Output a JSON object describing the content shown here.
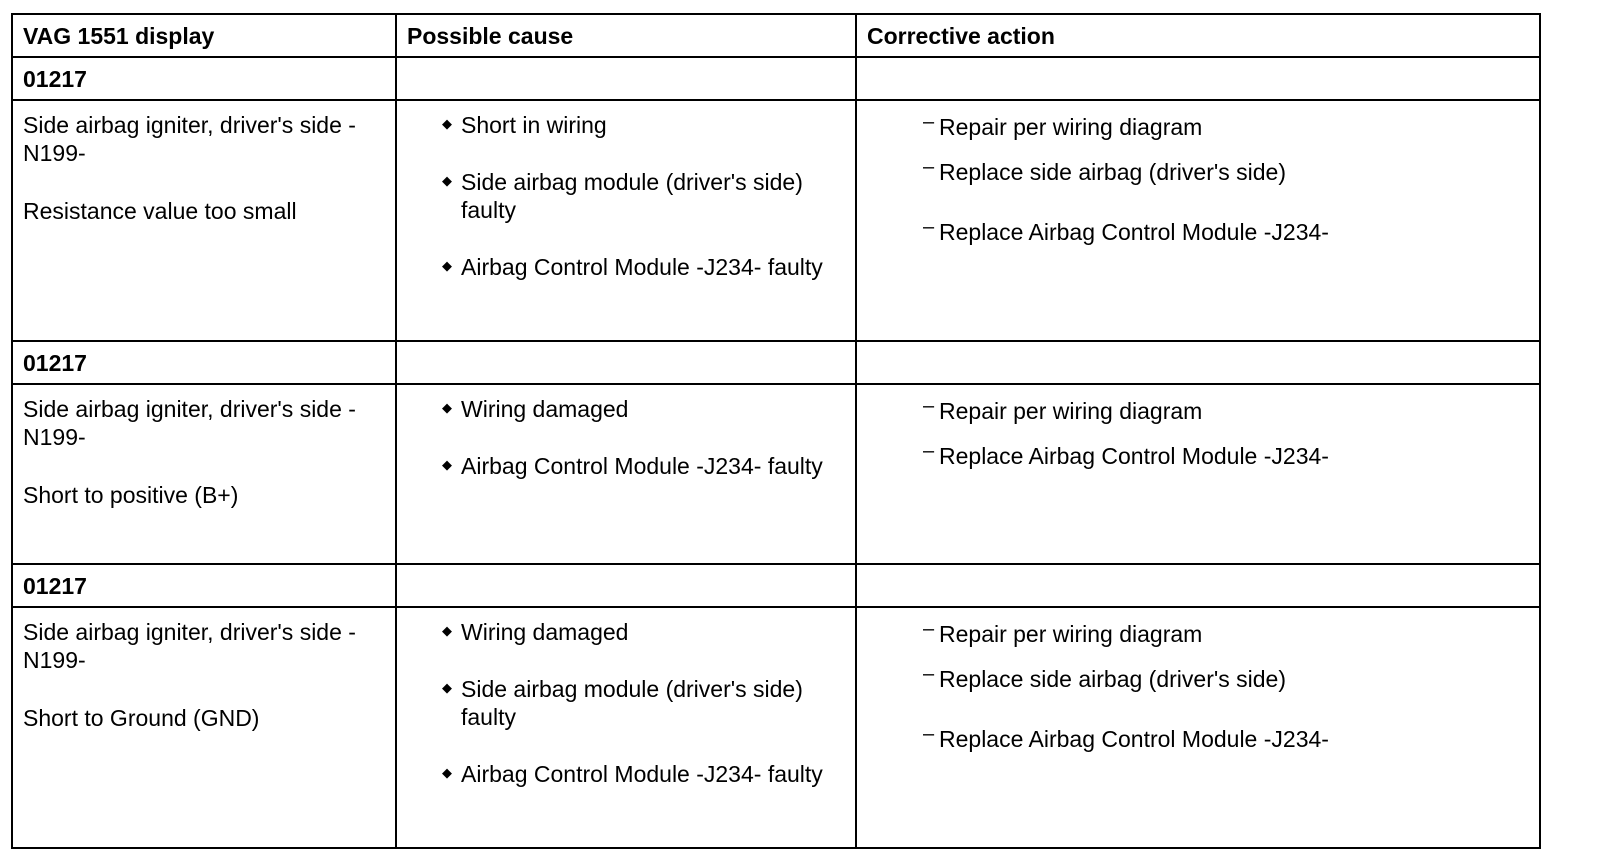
{
  "header": {
    "col1": "VAG 1551 display",
    "col2": "Possible cause",
    "col3": "Corrective action"
  },
  "faults": [
    {
      "code": "01217",
      "component": "Side airbag igniter, driver's side -N199-",
      "component_line1": "Side airbag igniter, driver's side -",
      "component_line2": "N199-",
      "condition": "Resistance value too small",
      "causes": [
        "Short in wiring",
        "Side airbag module (driver's side) faulty",
        "Airbag Control Module -J234- faulty"
      ],
      "actions": [
        "Repair per wiring diagram",
        "Replace side airbag (driver's side)",
        "Replace Airbag Control Module -J234-"
      ]
    },
    {
      "code": "01217",
      "component": "Side airbag igniter, driver's side -N199-",
      "component_line1": "Side airbag igniter, driver's side -",
      "component_line2": "N199-",
      "condition": "Short to positive (B+)",
      "causes": [
        "Wiring damaged",
        "Airbag Control Module -J234- faulty"
      ],
      "actions": [
        "Repair per wiring diagram",
        "Replace Airbag Control Module -J234-"
      ]
    },
    {
      "code": "01217",
      "component": "Side airbag igniter, driver's side -N199-",
      "component_line1": "Side airbag igniter, driver's side -",
      "component_line2": "N199-",
      "condition": "Short to Ground (GND)",
      "causes": [
        "Wiring damaged",
        "Side airbag module (driver's side) faulty",
        "Airbag Control Module -J234- faulty"
      ],
      "actions": [
        "Repair per wiring diagram",
        "Replace side airbag (driver's side)",
        "Replace Airbag Control Module -J234-"
      ]
    }
  ],
  "icons": {
    "bullet": "diamond-bullet-icon",
    "dash": "dash-icon"
  },
  "colors": {
    "border": "#000000",
    "text": "#000000",
    "background": "#ffffff"
  }
}
